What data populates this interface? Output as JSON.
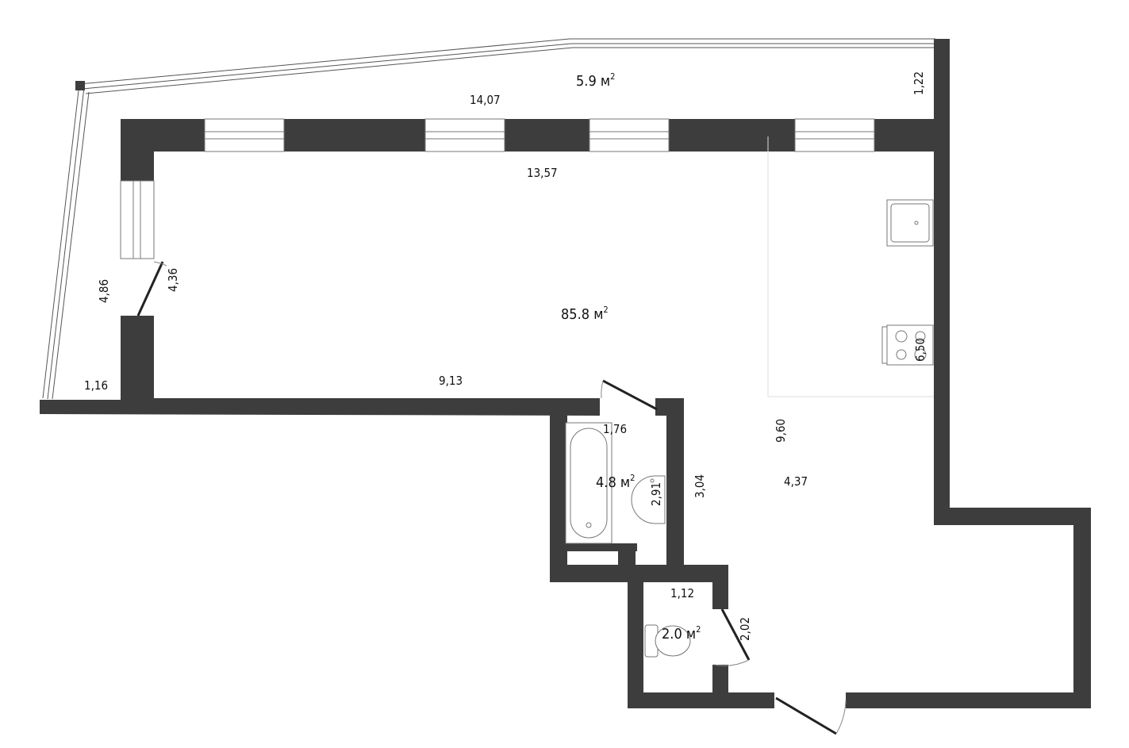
{
  "colors": {
    "wall": "#3d3d3d",
    "background": "#ffffff",
    "fixture_outline": "#777777"
  },
  "rooms": [
    {
      "id": "balcony",
      "area": "5.9",
      "unit": "м",
      "sup": "2"
    },
    {
      "id": "main",
      "area": "85.8",
      "unit": "м",
      "sup": "2"
    },
    {
      "id": "bathroom",
      "area": "4.8",
      "unit": "м",
      "sup": "2"
    },
    {
      "id": "wc",
      "area": "2.0",
      "unit": "м",
      "sup": "2"
    }
  ],
  "dimensions": {
    "balcony_length": "14,07",
    "balcony_depth": "1,22",
    "balcony_side": "4,86",
    "balcony_bottom": "1,16",
    "room_top": "13,57",
    "room_left": "4,36",
    "room_bottom": "9,13",
    "kitchen_side": "6,50",
    "hall_length": "9,60",
    "hall_width": "4,37",
    "bath_width": "1,76",
    "bath_length": "2,91",
    "bath_outer": "3,04",
    "wc_width": "1,12",
    "wc_length": "2,02"
  },
  "fixtures": [
    "sink-icon",
    "stove-icon",
    "bathtub-icon",
    "washbasin-icon",
    "toilet-icon"
  ]
}
